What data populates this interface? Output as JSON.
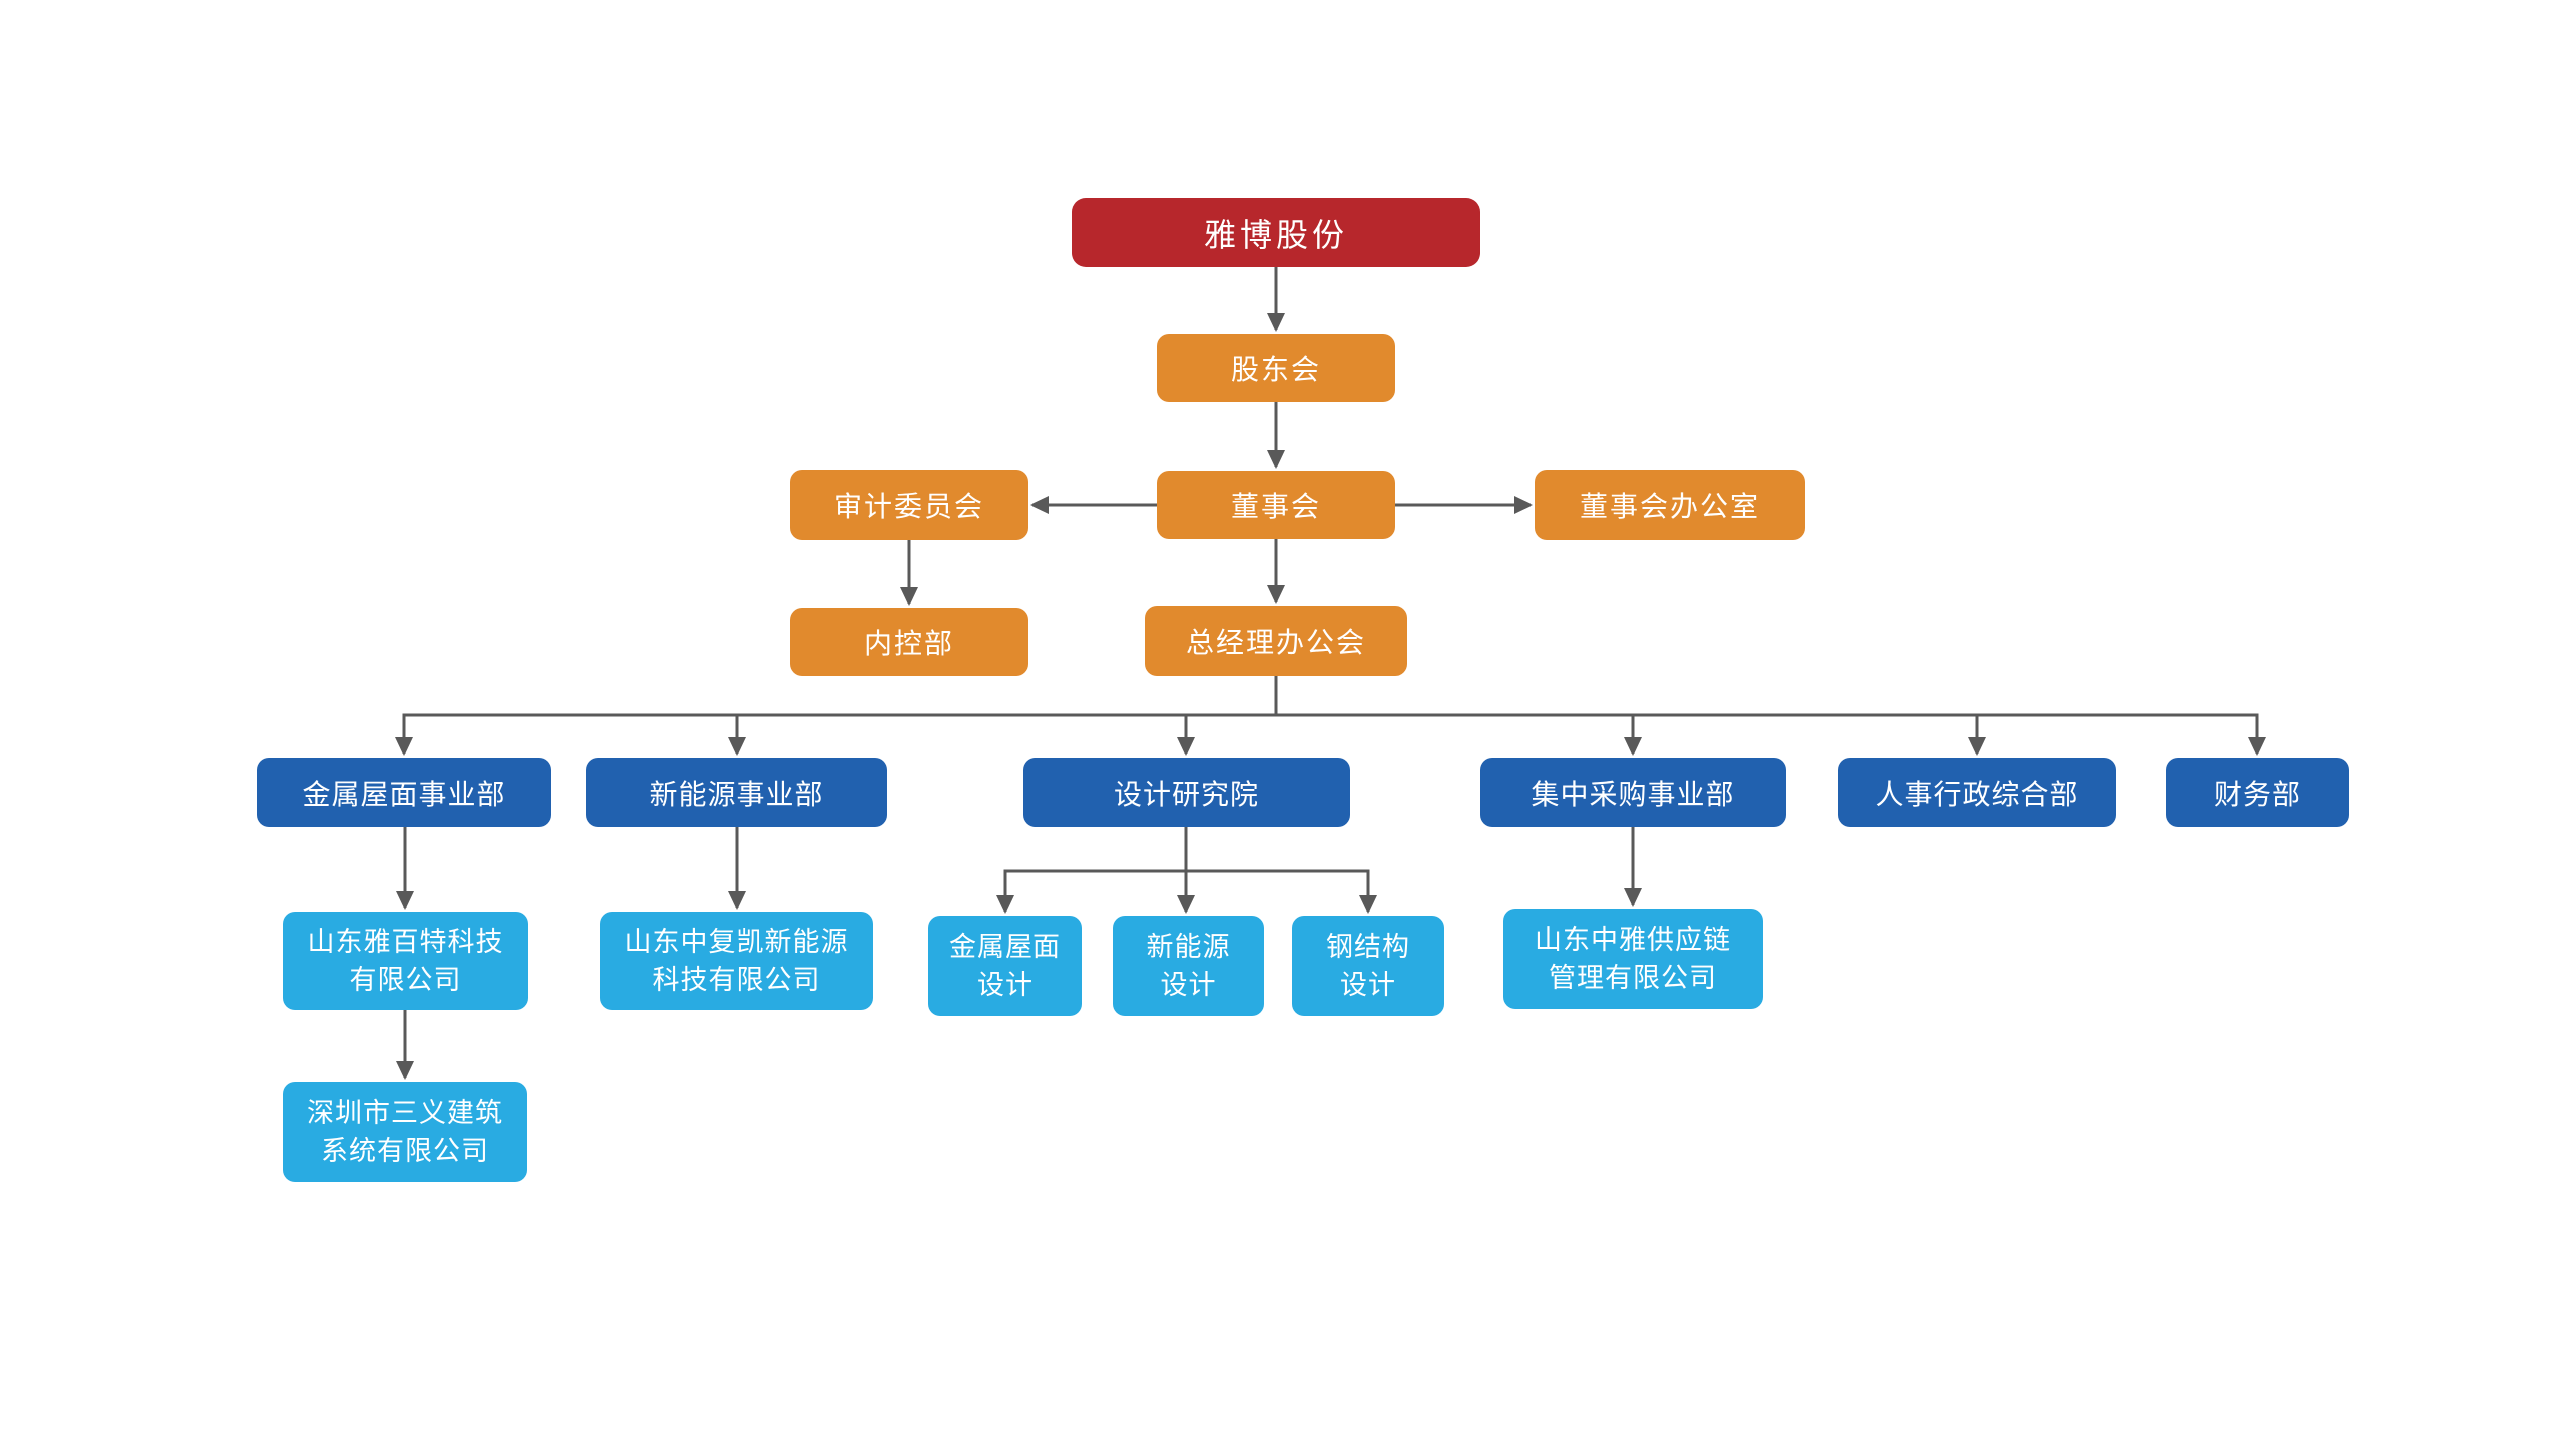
{
  "palette": {
    "root_box": "#b7272c",
    "management_box": "#e18a2d",
    "division_box": "#2161af",
    "subsidiary_box": "#29abe2",
    "connector": "#595959",
    "text": "#ffffff",
    "background": "#ffffff"
  },
  "nodes": {
    "root": {
      "label": "雅博股份"
    },
    "shareholders": {
      "label": "股东会"
    },
    "audit": {
      "label": "审计委员会"
    },
    "board": {
      "label": "董事会"
    },
    "boardOffice": {
      "label": "董事会办公室"
    },
    "internalControl": {
      "label": "内控部"
    },
    "gmOffice": {
      "label": "总经理办公会"
    },
    "metalRoofDiv": {
      "label": "金属屋面事业部"
    },
    "newEnergyDiv": {
      "label": "新能源事业部"
    },
    "designInstitute": {
      "label": "设计研究院"
    },
    "procurementDiv": {
      "label": "集中采购事业部"
    },
    "hrAdmin": {
      "label": "人事行政综合部"
    },
    "finance": {
      "label": "财务部"
    },
    "yabaite": {
      "label": "山东雅百特科技\n有限公司"
    },
    "sanyi": {
      "label": "深圳市三义建筑\n系统有限公司"
    },
    "zhongfukai": {
      "label": "山东中复凯新能源\n科技有限公司"
    },
    "metalRoofDesign": {
      "label": "金属屋面\n设计"
    },
    "newEnergyDesign": {
      "label": "新能源\n设计"
    },
    "steelDesign": {
      "label": "钢结构\n设计"
    },
    "zhongya": {
      "label": "山东中雅供应链\n管理有限公司"
    }
  },
  "edges": [
    [
      "雅博股份",
      "股东会"
    ],
    [
      "股东会",
      "董事会"
    ],
    [
      "董事会",
      "审计委员会"
    ],
    [
      "董事会",
      "董事会办公室"
    ],
    [
      "审计委员会",
      "内控部"
    ],
    [
      "董事会",
      "总经理办公会"
    ],
    [
      "总经理办公会",
      "金属屋面事业部"
    ],
    [
      "总经理办公会",
      "新能源事业部"
    ],
    [
      "总经理办公会",
      "设计研究院"
    ],
    [
      "总经理办公会",
      "集中采购事业部"
    ],
    [
      "总经理办公会",
      "人事行政综合部"
    ],
    [
      "总经理办公会",
      "财务部"
    ],
    [
      "金属屋面事业部",
      "山东雅百特科技有限公司"
    ],
    [
      "山东雅百特科技有限公司",
      "深圳市三义建筑系统有限公司"
    ],
    [
      "新能源事业部",
      "山东中复凯新能源科技有限公司"
    ],
    [
      "设计研究院",
      "金属屋面设计"
    ],
    [
      "设计研究院",
      "新能源设计"
    ],
    [
      "设计研究院",
      "钢结构设计"
    ],
    [
      "集中采购事业部",
      "山东中雅供应链管理有限公司"
    ]
  ]
}
